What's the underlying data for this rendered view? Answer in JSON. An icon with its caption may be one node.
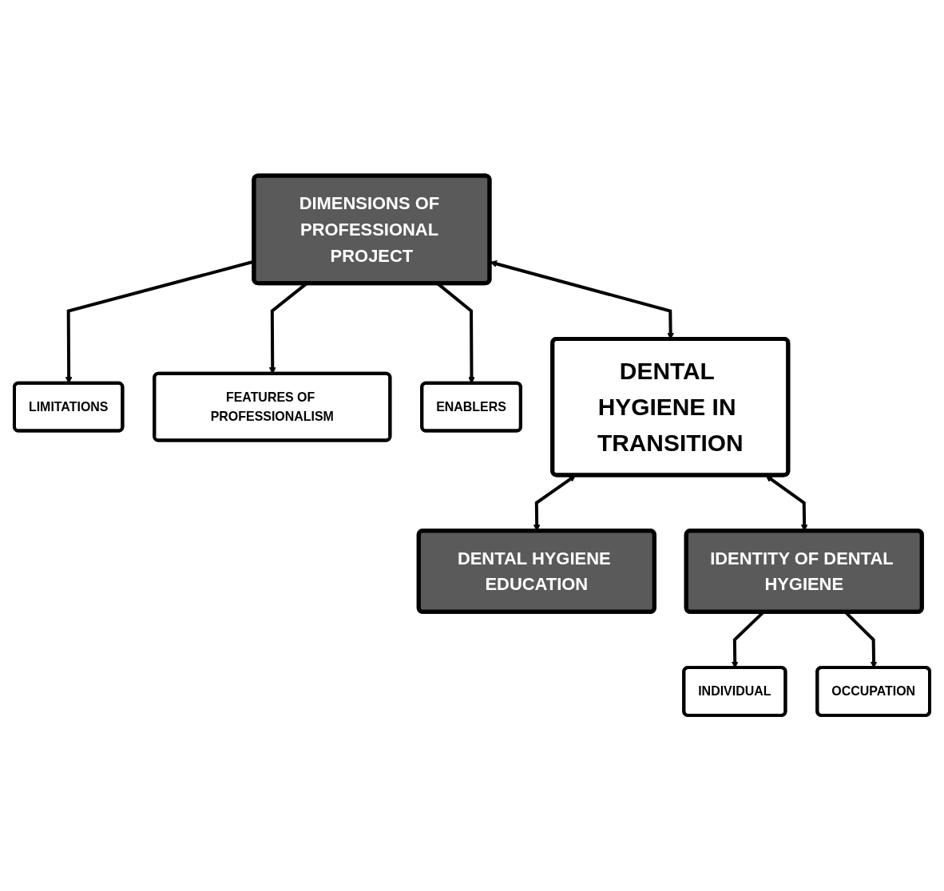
{
  "diagram": {
    "nodes": [
      {
        "text": [
          "LIMITATIONS"
        ]
      },
      {
        "text": [
          "FEATURES OF PROFESSIONALISM"
        ]
      },
      {
        "text": [
          "ENABLERS"
        ]
      },
      {
        "text": [
          "DIMENSIONS OF PROFESSIONAL PROJECT"
        ]
      },
      {
        "text": [
          "DENTAL HYGIENE IN TRANSITION"
        ]
      },
      {
        "text": [
          "DENTAL HYGIENE EDUCATION"
        ]
      },
      {
        "text": [
          "IDENTITY OF DENTAL HYGIENE"
        ]
      },
      {
        "text": [
          "INDIVIDUAL"
        ]
      },
      {
        "text": [
          "OCCUPATION"
        ]
      }
    ],
    "edges": [
      {
        "from": 3,
        "to": 0,
        "arrow": "to"
      },
      {
        "from": 3,
        "to": 1,
        "arrow": "to"
      },
      {
        "from": 3,
        "to": 2,
        "arrow": "to"
      },
      {
        "from": 3,
        "to": 4,
        "arrow": "both"
      },
      {
        "from": 4,
        "to": 5,
        "arrow": "both"
      },
      {
        "from": 4,
        "to": 6,
        "arrow": "both"
      },
      {
        "from": 6,
        "to": 7,
        "arrow": "to"
      },
      {
        "from": 6,
        "to": 8,
        "arrow": "to"
      }
    ]
  }
}
